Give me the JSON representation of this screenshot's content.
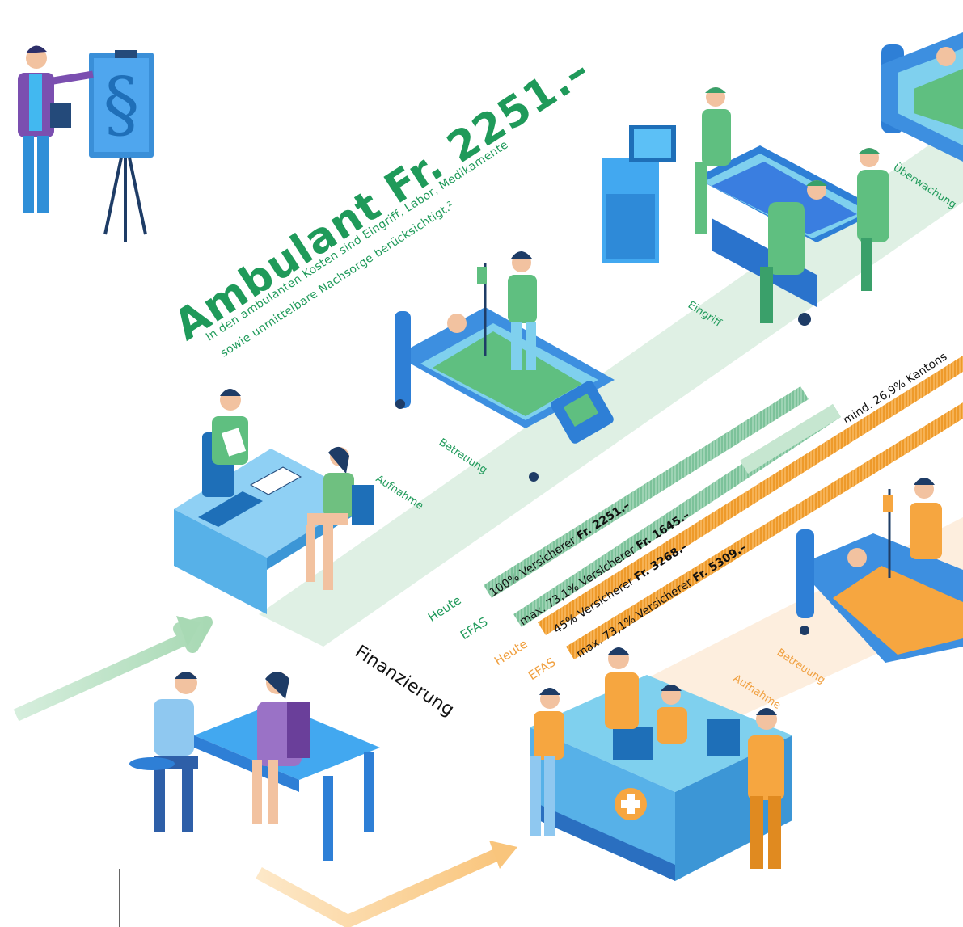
{
  "headline": "Ambulant Fr. 2251.–",
  "subtitle_1": "In den ambulanten Kosten sind Eingriff, Labor, Medikamente",
  "subtitle_2": "sowie unmittelbare Nachsorge berücksichtigt.²",
  "stages_green": {
    "aufnahme": "Aufnahme",
    "betreuung": "Betreuung",
    "eingriff": "Eingriff",
    "ueberwachung": "Überwachung"
  },
  "stages_orange": {
    "aufnahme": "Aufnahme",
    "betreuung": "Betreuung"
  },
  "canton_label": "mind. 26,9% Kantons",
  "bars": {
    "green_today": {
      "text": "100% Versicherer ",
      "amount": "Fr. 2251.–"
    },
    "green_efas": {
      "text": "max. 73,1% Versicherer ",
      "amount": "Fr. 1645.–"
    },
    "orange_today": {
      "text": "45% Versicherer ",
      "amount": "Fr. 3268.–"
    },
    "orange_efas": {
      "text": "max. 73,1% Versicherer ",
      "amount": "Fr. 5309.–"
    }
  },
  "row_labels": {
    "heute": "Heute",
    "efas": "EFAS"
  },
  "financing_label": "Finanzierung",
  "colors": {
    "green": "#1f9a5a",
    "orange": "#f0a040",
    "blue": "#3d8fe0"
  }
}
